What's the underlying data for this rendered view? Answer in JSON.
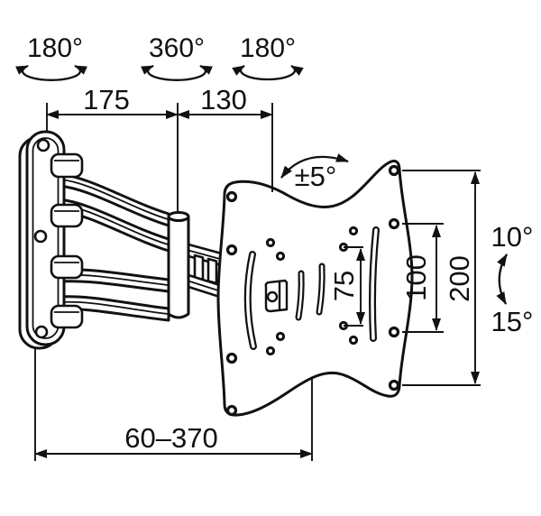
{
  "diagram": {
    "rotation_indicators": [
      {
        "label": "180°"
      },
      {
        "label": "360°"
      },
      {
        "label": "180°"
      }
    ],
    "dimensions": {
      "wall_to_joint": "175",
      "joint_to_plate": "130",
      "extension_range": "60–370",
      "vesa_inner_vertical": "75",
      "vesa_hole_spacing": "100",
      "plate_hole_span": "200"
    },
    "angles": {
      "plate_rotation": "±5°",
      "tilt_up": "10°",
      "tilt_down": "15°"
    },
    "colors": {
      "line": "#111111",
      "background": "#ffffff"
    }
  }
}
